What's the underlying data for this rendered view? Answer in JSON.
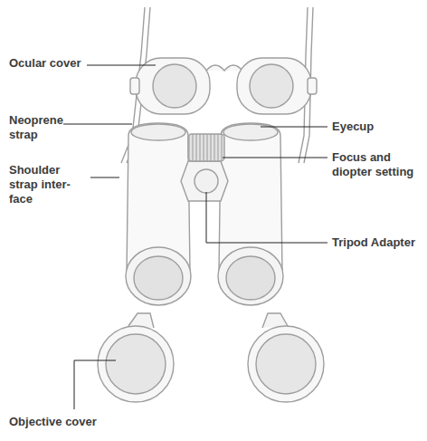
{
  "diagram": {
    "labels": [
      "Ocular cover",
      "Neoprene strap",
      "Shoulder strap inter- face",
      "Eyecup",
      "Focus and diopter setting",
      "Tripod Adapter",
      "Objective cover"
    ]
  }
}
